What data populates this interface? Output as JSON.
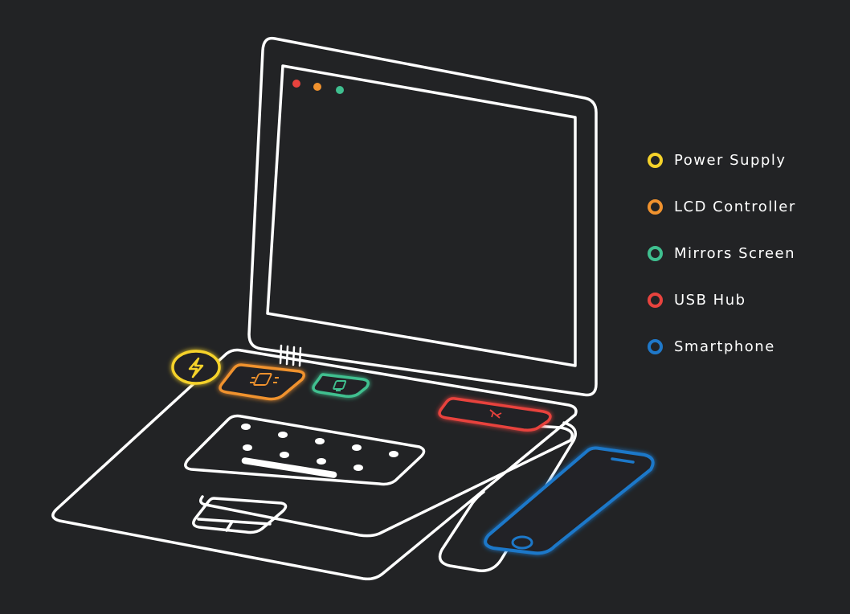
{
  "legend": {
    "items": [
      {
        "label": "Power Supply",
        "color": "#f5d22a"
      },
      {
        "label": "LCD Controller",
        "color": "#f0922e"
      },
      {
        "label": "Mirrors Screen",
        "color": "#3fbf8f"
      },
      {
        "label": "USB Hub",
        "color": "#e8433e"
      },
      {
        "label": "Smartphone",
        "color": "#1f78c9"
      }
    ]
  },
  "window_dots": [
    "#e8433e",
    "#f0922e",
    "#3fbf8f"
  ],
  "icons": {
    "power": "lightning-icon",
    "lcd": "chip-icon",
    "mirror": "screen-mirror-icon",
    "usb": "usb-icon"
  }
}
